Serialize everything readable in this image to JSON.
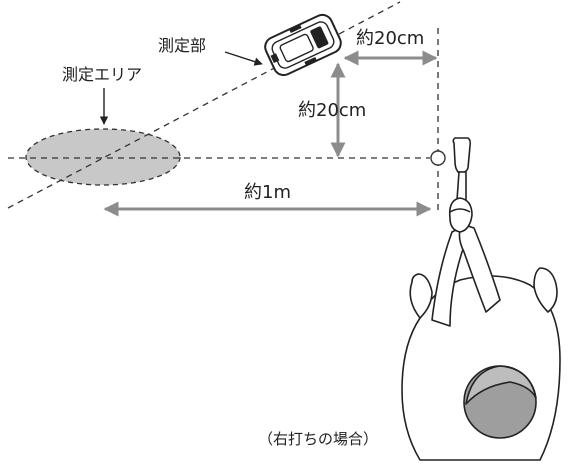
{
  "labels": {
    "sensor": "測定部",
    "area": "測定エリア",
    "dist_top": "約20cm",
    "dist_mid": "約20cm",
    "dist_bottom": "約1m",
    "note": "（右打ちの場合）"
  },
  "colors": {
    "line": "#333333",
    "arrow": "#8c8c8c",
    "area_fill": "#c8c8c8"
  }
}
